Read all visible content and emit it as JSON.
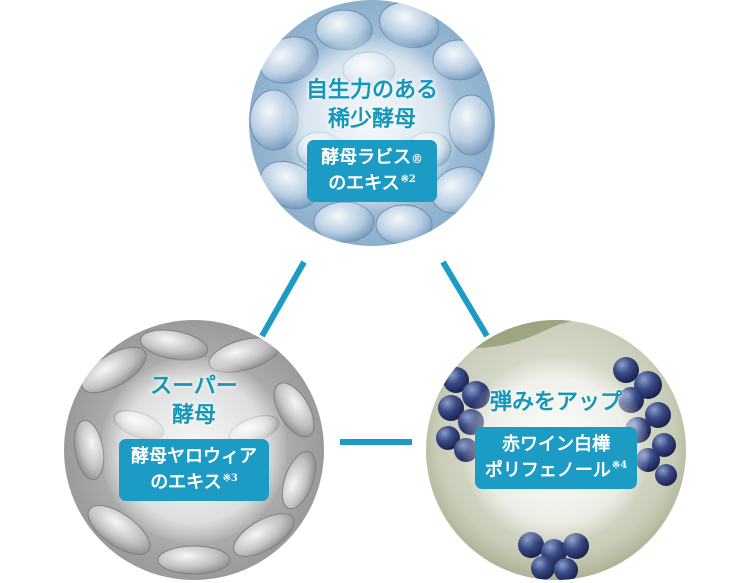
{
  "theme": {
    "accent": "#1597b8",
    "box_color": "#1c9cc4",
    "connector_color": "#1c9cc4"
  },
  "top": {
    "image_icon": "yeast-cells-blue-photo",
    "heading_line1": "自生力のある",
    "heading_line2": "稀少酵母",
    "box_line1": "酵母ラビス",
    "box_line1_mark": "®",
    "box_line2": "のエキス",
    "box_note": "※2"
  },
  "left": {
    "image_icon": "yeast-cells-gray-photo",
    "heading_line1": "スーパー",
    "heading_line2": "酵母",
    "box_line1": "酵母ヤロウィア",
    "box_line2": "のエキス",
    "box_note": "※3"
  },
  "right": {
    "image_icon": "red-grapes-photo",
    "heading_line1": "弾みをアップ",
    "box_line1": "赤ワイン白樺",
    "box_line2": "ポリフェノール",
    "box_note": "※4"
  }
}
